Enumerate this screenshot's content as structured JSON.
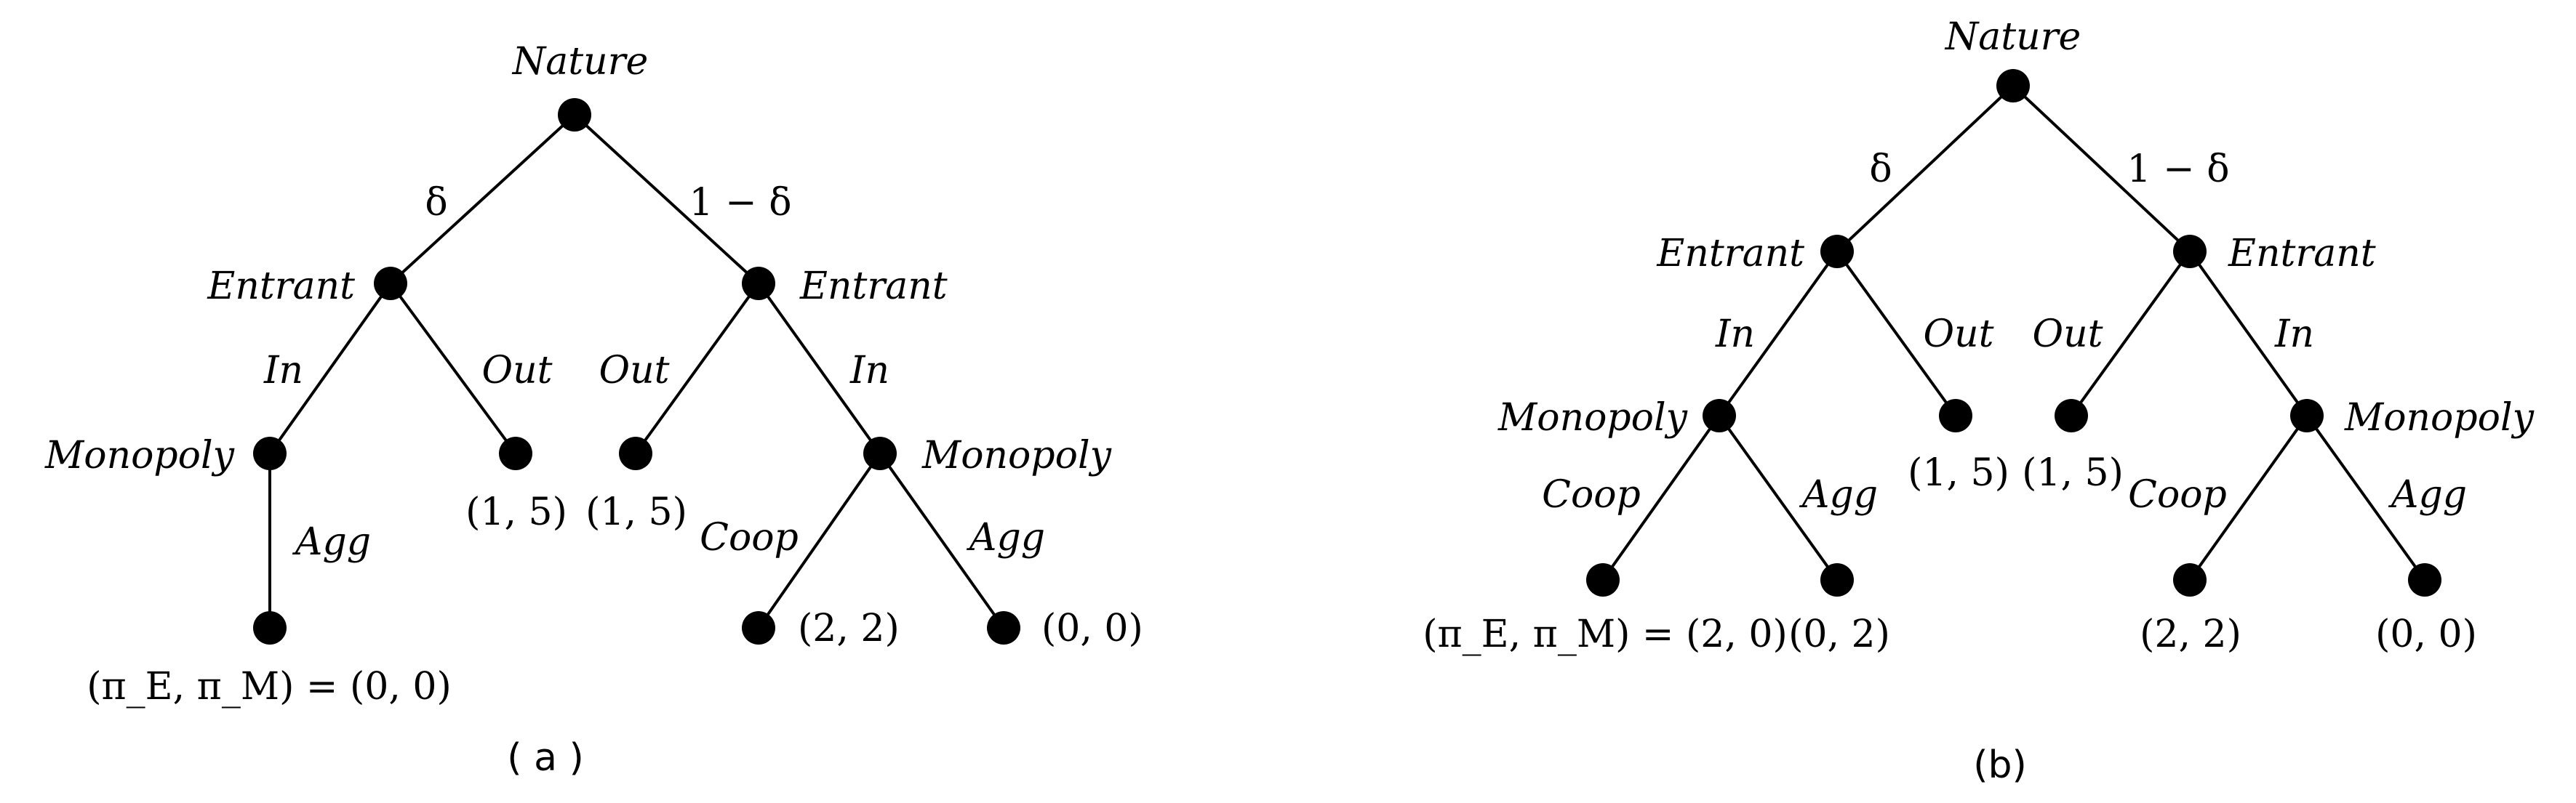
{
  "trees": [
    {
      "caption": "( a )",
      "nature": "Nature",
      "branch_left": "δ",
      "branch_right": "1 − δ",
      "entrant_left": "Entrant",
      "entrant_right": "Entrant",
      "in_left": "In",
      "out_left": "Out",
      "out_right": "Out",
      "in_right": "In",
      "monopoly_left": "Monopoly",
      "monopoly_right": "Monopoly",
      "agg_left": "Agg",
      "coop_right": "Coop",
      "agg_right": "Agg",
      "payoff_agg_left": "(π_E, π_M) = (0, 0)",
      "payoff_out_left": "(1, 5)",
      "payoff_out_right": "(1, 5)",
      "payoff_coop_right": "(2, 2)",
      "payoff_agg_right": "(0, 0)"
    },
    {
      "caption": "(b)",
      "nature": "Nature",
      "branch_left": "δ",
      "branch_right": "1 − δ",
      "entrant_left": "Entrant",
      "entrant_right": "Entrant",
      "in_left": "In",
      "out_left": "Out",
      "out_right": "Out",
      "in_right": "In",
      "monopoly_left": "Monopoly",
      "monopoly_right": "Monopoly",
      "coop_left": "Coop",
      "agg_left": "Agg",
      "coop_right": "Coop",
      "agg_right": "Agg",
      "payoff_coop_left": "(π_E, π_M) = (2, 0)",
      "payoff_agg_left": "(0, 2)",
      "payoff_out_left": "(1, 5)",
      "payoff_out_right": "(1, 5)",
      "payoff_coop_right": "(2, 2)",
      "payoff_agg_right": "(0, 0)"
    }
  ]
}
